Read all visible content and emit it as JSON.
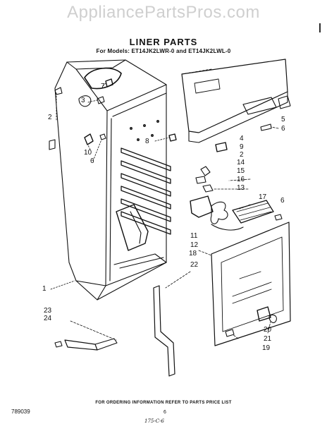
{
  "watermark": "AppliancePartsPros.com",
  "title": "LINER PARTS",
  "subtitle": "For Models: ET14JK2LWR-0 and ET14JK2LWL-0",
  "footer": {
    "doc_number": "789039",
    "ordering_note": "FOR ORDERING INFORMATION REFER TO PARTS PRICE LIST",
    "page_number": "6",
    "handwritten_note": "175-C-6"
  },
  "margin_mark": "|",
  "callouts": [
    {
      "id": "1",
      "label": "1"
    },
    {
      "id": "2a",
      "label": "2"
    },
    {
      "id": "3",
      "label": "3"
    },
    {
      "id": "7",
      "label": "7"
    },
    {
      "id": "10",
      "label": "10"
    },
    {
      "id": "6a",
      "label": "6"
    },
    {
      "id": "8",
      "label": "8"
    },
    {
      "id": "5",
      "label": "5"
    },
    {
      "id": "6b",
      "label": "6"
    },
    {
      "id": "4",
      "label": "4"
    },
    {
      "id": "9",
      "label": "9"
    },
    {
      "id": "2b",
      "label": "2"
    },
    {
      "id": "14",
      "label": "14"
    },
    {
      "id": "15",
      "label": "15"
    },
    {
      "id": "16",
      "label": "16"
    },
    {
      "id": "13",
      "label": "13"
    },
    {
      "id": "17",
      "label": "17"
    },
    {
      "id": "6c",
      "label": "6"
    },
    {
      "id": "11",
      "label": "11"
    },
    {
      "id": "12",
      "label": "12"
    },
    {
      "id": "18",
      "label": "18"
    },
    {
      "id": "22",
      "label": "22"
    },
    {
      "id": "23",
      "label": "23"
    },
    {
      "id": "24",
      "label": "24"
    },
    {
      "id": "20",
      "label": "20"
    },
    {
      "id": "21",
      "label": "21"
    },
    {
      "id": "19",
      "label": "19"
    }
  ]
}
